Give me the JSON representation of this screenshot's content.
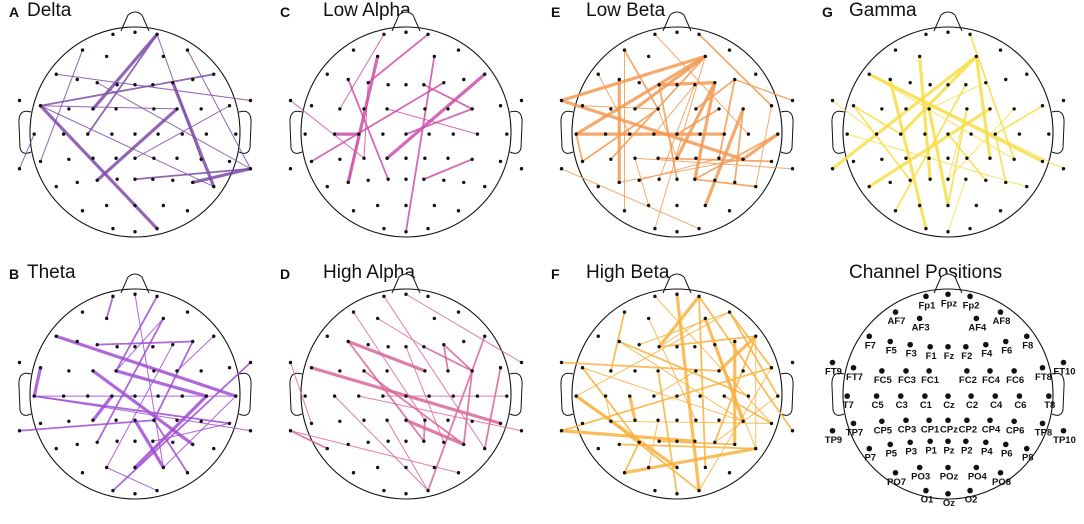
{
  "panels": [
    {
      "id": "A",
      "letter": "A",
      "title": "Delta",
      "color": "#7e4ba8"
    },
    {
      "id": "B",
      "letter": "B",
      "title": "Theta",
      "color": "#a04ed4"
    },
    {
      "id": "C",
      "letter": "C",
      "title": "Low Alpha",
      "color": "#cf4fa8"
    },
    {
      "id": "D",
      "letter": "D",
      "title": "High Alpha",
      "color": "#d9669a"
    },
    {
      "id": "E",
      "letter": "E",
      "title": "Low Beta",
      "color": "#f39a52"
    },
    {
      "id": "F",
      "letter": "F",
      "title": "High Beta",
      "color": "#f9b13e"
    },
    {
      "id": "G",
      "letter": "G",
      "title": "Gamma",
      "color": "#f7de4a"
    },
    {
      "id": "H",
      "letter": "",
      "title": "Channel Positions",
      "color": "#111111"
    }
  ],
  "channels": [
    "Fp1",
    "Fpz",
    "Fp2",
    "AF7",
    "AF3",
    "AF4",
    "AF8",
    "F7",
    "F5",
    "F3",
    "F1",
    "Fz",
    "F2",
    "F4",
    "F6",
    "F8",
    "FT9",
    "FT7",
    "FC5",
    "FC3",
    "FC1",
    "FC2",
    "FC4",
    "FC6",
    "FT8",
    "FT10",
    "T7",
    "C5",
    "C3",
    "C1",
    "Cz",
    "C2",
    "C4",
    "C6",
    "T8",
    "TP9",
    "TP7",
    "CP5",
    "CP3",
    "CP1",
    "CPz",
    "CP2",
    "CP4",
    "CP6",
    "TP8",
    "TP10",
    "P7",
    "P5",
    "P3",
    "P1",
    "Pz",
    "P2",
    "P4",
    "P6",
    "P8",
    "PO7",
    "PO3",
    "POz",
    "PO4",
    "PO8",
    "O1",
    "Oz",
    "O2"
  ]
}
